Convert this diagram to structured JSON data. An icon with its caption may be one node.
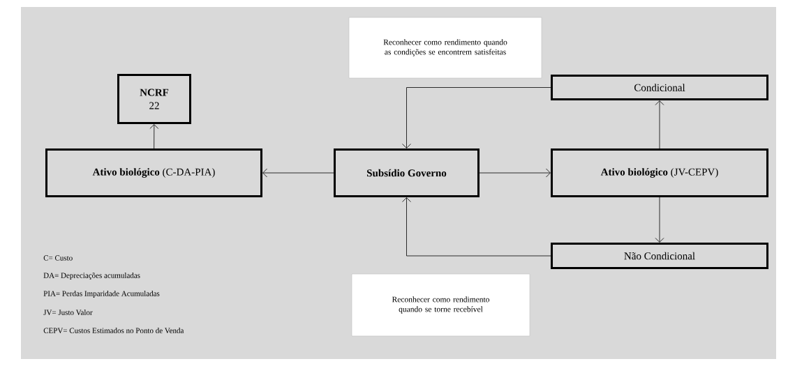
{
  "diagram": {
    "nodes": [
      {
        "text": [
          "NCRF",
          "22"
        ]
      },
      {
        "text": [
          "**Ativo biológico** (C-DA-PIA)"
        ]
      },
      {
        "text": [
          "Subsídio Governo"
        ]
      },
      {
        "text": [
          "**Ativo biológico** (JV-CEPV)"
        ]
      },
      {
        "text": [
          "Condicional"
        ]
      },
      {
        "text": [
          "Não Condicional"
        ]
      },
      {
        "text": [
          "Reconhecer como rendimento quando as condições se encontrem satisfeitas"
        ]
      },
      {
        "text": [
          "Reconhecer como rendimento quando se torne recebível"
        ]
      }
    ],
    "edges": [
      {
        "from": 1,
        "to": 0,
        "arrow": "to"
      },
      {
        "from": 2,
        "to": 1,
        "arrow": "to"
      },
      {
        "from": 2,
        "to": 3,
        "arrow": "to"
      },
      {
        "from": 3,
        "to": 4,
        "arrow": "to"
      },
      {
        "from": 3,
        "to": 5,
        "arrow": "to"
      },
      {
        "from": 4,
        "to": 2,
        "arrow": "to"
      },
      {
        "from": 5,
        "to": 2,
        "arrow": "to"
      }
    ],
    "labels": [
      "C= Custo",
      "DA= Depreciações acumuladas",
      "PIA= Perdas Imparidade Acumuladas",
      "JV=  Justo Valor",
      "CEPV= Custos Estimados no Ponto de Venda"
    ]
  }
}
